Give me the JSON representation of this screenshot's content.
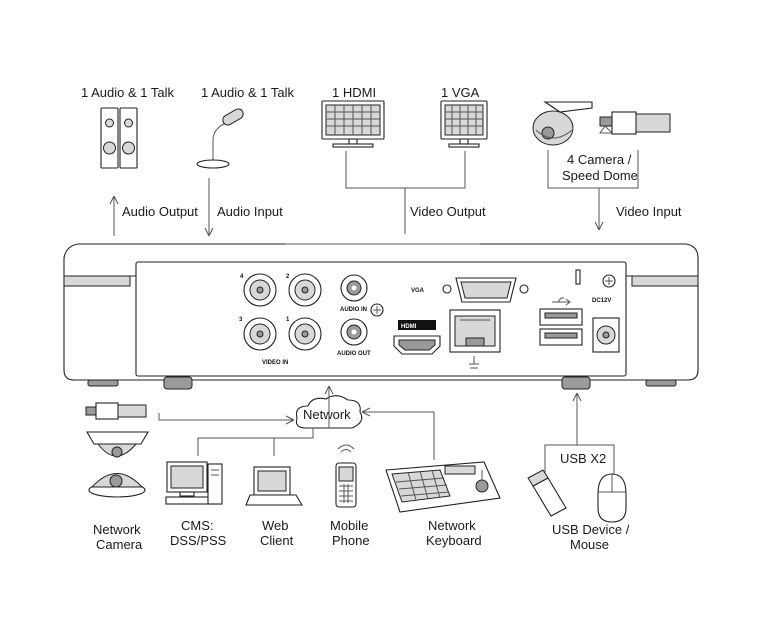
{
  "labels": {
    "audio_talk_left": "1 Audio  & 1 Talk",
    "audio_talk_right": "1 Audio & 1 Talk",
    "hdmi": "1 HDMI",
    "vga": "1 VGA",
    "camera_line1": "4  Camera /",
    "camera_line2": "Speed Dome",
    "audio_output": "Audio  Output",
    "audio_input": "Audio  Input",
    "video_output": "Video Output",
    "video_input": "Video Input",
    "network": "Network",
    "usb_x2": "USB X2",
    "network_camera_1": "Network",
    "network_camera_2": "Camera",
    "cms_1": "CMS:",
    "cms_2": "DSS/PSS",
    "web_client_1": "Web",
    "web_client_2": "Client",
    "mobile_phone_1": "Mobile",
    "mobile_phone_2": "Phone",
    "network_keyboard_1": "Network",
    "network_keyboard_2": "Keyboard",
    "usb_device_1": "USB Device /",
    "usb_device_2": "Mouse"
  },
  "panel": {
    "bnc_4": "4",
    "bnc_2": "2",
    "bnc_3": "3",
    "bnc_1": "1",
    "video_in": "VIDEO IN",
    "audio_in": "AUDIO IN",
    "audio_out": "AUDIO OUT",
    "vga": "VGA",
    "hdmi": "HDMI",
    "dc12v": "DC12V"
  }
}
